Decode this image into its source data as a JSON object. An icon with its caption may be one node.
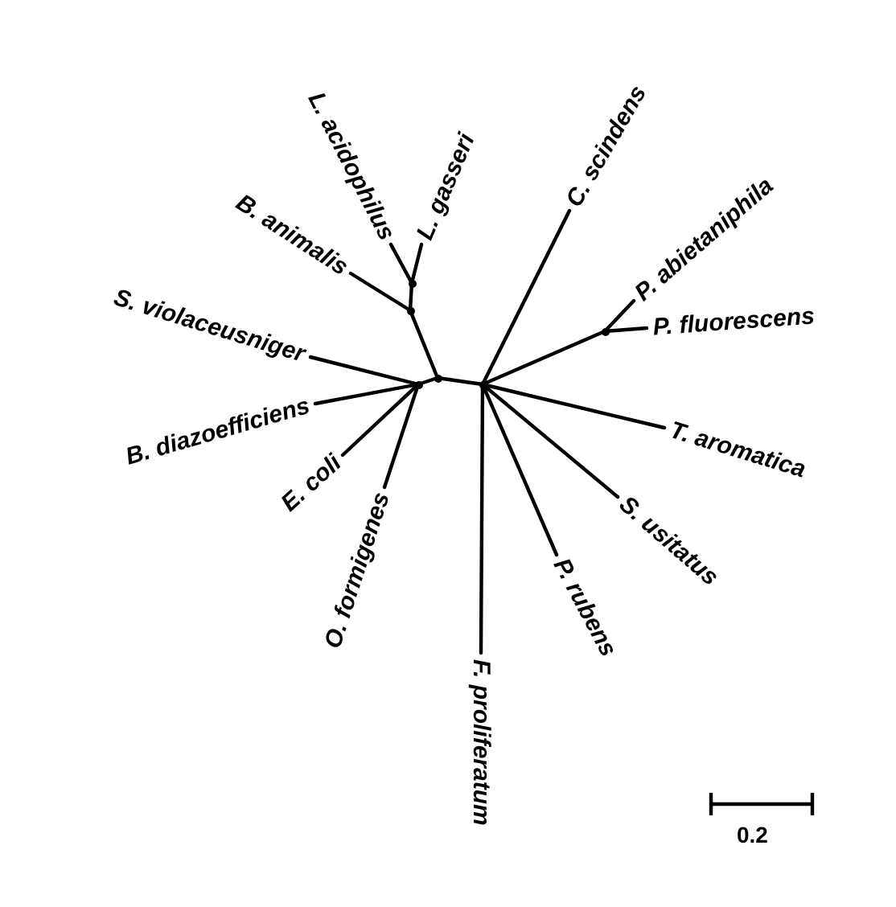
{
  "diagram": {
    "nodes": [
      {
        "text": [
          "L. acidophilus"
        ]
      },
      {
        "text": [
          "L. gasseri"
        ]
      },
      {
        "text": [
          "C. scindens"
        ]
      },
      {
        "text": [
          "B. animalis"
        ]
      },
      {
        "text": [
          "P. abietaniphila"
        ]
      },
      {
        "text": [
          "S. violaceusniger"
        ]
      },
      {
        "text": [
          "P. fluorescens"
        ]
      },
      {
        "text": [
          "B. diazoefficiens"
        ]
      },
      {
        "text": [
          "T. aromatica"
        ]
      },
      {
        "text": [
          "E. coli"
        ]
      },
      {
        "text": [
          "S. usitatus"
        ]
      },
      {
        "text": [
          "O. formigenes"
        ]
      },
      {
        "text": [
          "P. rubens"
        ]
      },
      {
        "text": [
          "F. proliferatum"
        ]
      },
      {
        "text": [],
        "shape": "point"
      },
      {
        "text": [],
        "shape": "point"
      },
      {
        "text": [],
        "shape": "point"
      },
      {
        "text": [],
        "shape": "point"
      },
      {
        "text": [],
        "shape": "point"
      },
      {
        "text": [],
        "shape": "point"
      }
    ],
    "edges": [
      {
        "from": 17,
        "to": 19,
        "arrow": "none"
      },
      {
        "from": 17,
        "to": 15,
        "arrow": "none"
      },
      {
        "from": 15,
        "to": 14,
        "arrow": "none"
      },
      {
        "from": 14,
        "to": 0,
        "arrow": "none"
      },
      {
        "from": 14,
        "to": 1,
        "arrow": "none"
      },
      {
        "from": 15,
        "to": 3,
        "arrow": "none"
      },
      {
        "from": 17,
        "to": 18,
        "arrow": "none"
      },
      {
        "from": 18,
        "to": 5,
        "arrow": "none"
      },
      {
        "from": 18,
        "to": 7,
        "arrow": "none"
      },
      {
        "from": 18,
        "to": 9,
        "arrow": "none"
      },
      {
        "from": 18,
        "to": 11,
        "arrow": "none"
      },
      {
        "from": 19,
        "to": 2,
        "arrow": "none"
      },
      {
        "from": 19,
        "to": 16,
        "arrow": "none"
      },
      {
        "from": 16,
        "to": 4,
        "arrow": "none"
      },
      {
        "from": 16,
        "to": 6,
        "arrow": "none"
      },
      {
        "from": 19,
        "to": 8,
        "arrow": "none"
      },
      {
        "from": 19,
        "to": 10,
        "arrow": "none"
      },
      {
        "from": 19,
        "to": 12,
        "arrow": "none"
      },
      {
        "from": 19,
        "to": 13,
        "arrow": "none"
      }
    ],
    "labels": [
      "0.2"
    ]
  }
}
